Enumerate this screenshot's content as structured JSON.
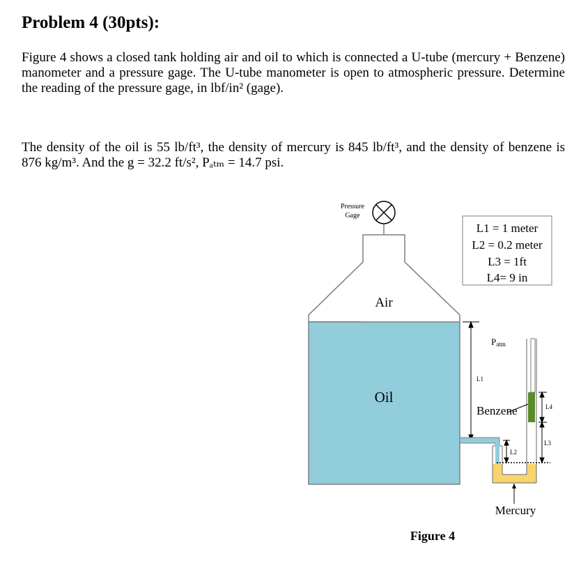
{
  "title": "Problem 4 (30pts):",
  "paragraph1": "Figure 4 shows a closed tank holding air and oil to which is connected a U-tube (mercury + Benzene) manometer and a pressure gage. The U-tube manometer is open to atmospheric pressure. Determine the reading of the pressure gage, in lbf/in² (gage).",
  "paragraph2": "The density of the oil is 55 lb/ft³, the density of mercury is 845 lb/ft³, and the density of benzene is 876 kg/m³. And the g = 32.2 ft/s², Pₐₜₘ = 14.7 psi.",
  "figure": {
    "gage_label_1": "Pressure",
    "gage_label_2": "Gage",
    "legend": [
      "L1 = 1 meter",
      "L2 = 0.2 meter",
      "L3 = 1ft",
      "L4= 9 in"
    ],
    "air_label": "Air",
    "oil_label": "Oil",
    "patm_label": "P",
    "patm_sub": "atm",
    "l1_label": "L1",
    "l2_label": "L2",
    "l3_label": "L3",
    "l4_label": "L4",
    "benzene_label": "Benzene",
    "mercury_label": "Mercury",
    "caption": "Figure 4"
  },
  "colors": {
    "oil": "#92cddc",
    "mercury": "#f9d46b",
    "benzene": "#5a8a2a"
  }
}
